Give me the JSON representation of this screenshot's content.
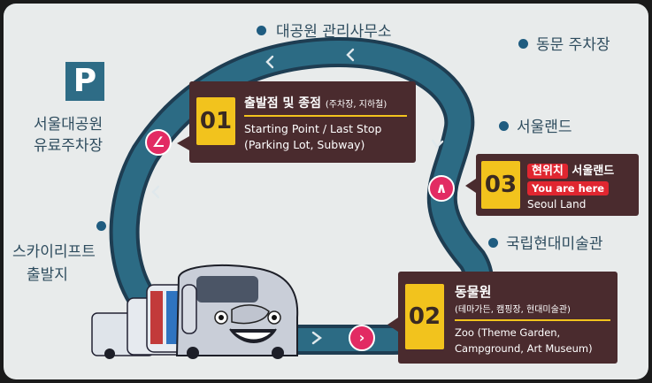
{
  "places": {
    "daegongwon_office": "대공원 관리사무소",
    "east_gate_parking": "동문 주차장",
    "seoul_park_paid_parking_1": "서울대공원",
    "seoul_park_paid_parking_2": "유료주차장",
    "seoulland": "서울랜드",
    "skylift_1": "스카이리프트",
    "skylift_2": "출발지",
    "mmca": "국립현대미술관"
  },
  "parking_sign": "P",
  "stops": [
    {
      "number": "01",
      "title_ko": "출발점 및 종점",
      "title_ko_note": "(주차장, 지하철)",
      "en_line1": "Starting Point / Last Stop",
      "en_line2": "(Parking Lot, Subway)"
    },
    {
      "number": "02",
      "title_ko": "동물원",
      "subtitle_ko": "(테마가든, 캠핑장, 현대미술관)",
      "en_line1": "Zoo (Theme Garden,",
      "en_line2": "Campground, Art Museum)"
    },
    {
      "number": "03",
      "here_ko": "현위치",
      "title_ko": "서울랜드",
      "here_en": "You are here",
      "en_line1": "Seoul Land"
    }
  ],
  "icons": {
    "direction_marker": "chevron-arrow-icon",
    "track_arrows": "chevron-left-icon",
    "tram": "elephant-tram-icon"
  },
  "colors": {
    "track": "#2c6b84",
    "stop_box": "#4a2b2e",
    "stop_number": "#f2c31d",
    "marker": "#e22b63",
    "here_badge": "#e02630",
    "background": "#e8ebeb"
  }
}
